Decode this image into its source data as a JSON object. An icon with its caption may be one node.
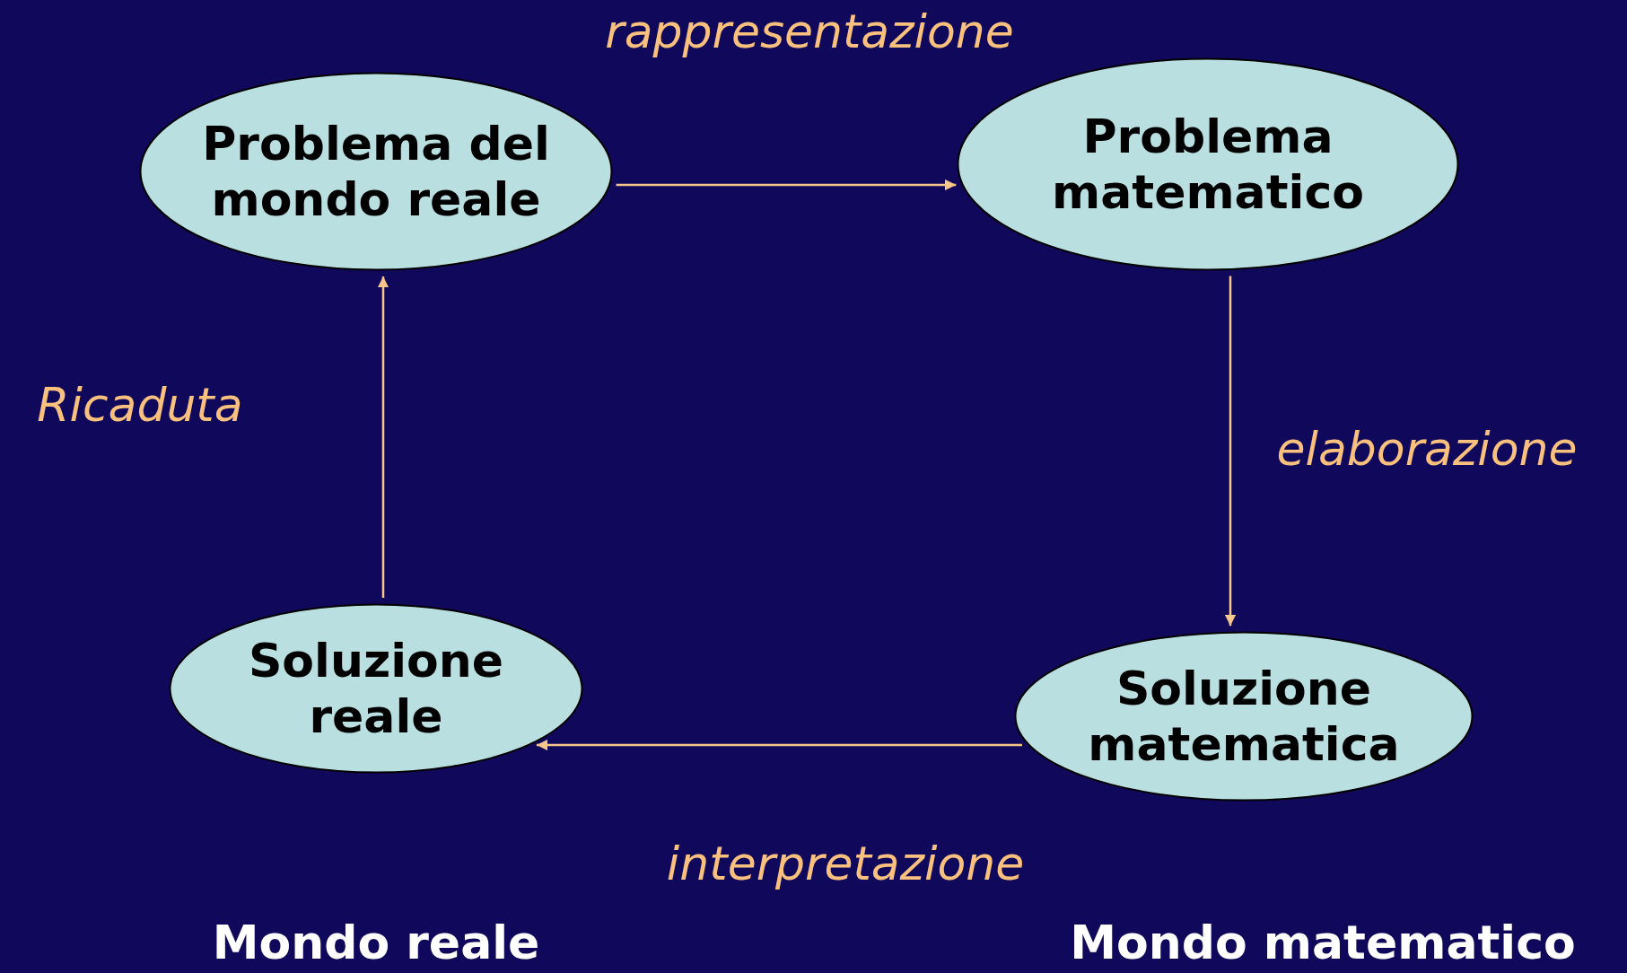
{
  "diagram": {
    "nodes": [
      {
        "text": [
          "Problema del mondo reale"
        ]
      },
      {
        "text": [
          "Problema matematico"
        ]
      },
      {
        "text": [
          "Soluzione reale"
        ]
      },
      {
        "text": [
          "Soluzione matematica"
        ]
      }
    ],
    "edges": [
      {
        "from": 0,
        "to": 1,
        "arrow": "to",
        "label": "rappresentazione"
      },
      {
        "from": 1,
        "to": 3,
        "arrow": "to",
        "label": "elaborazione"
      },
      {
        "from": 3,
        "to": 2,
        "arrow": "to",
        "label": "interpretazione"
      },
      {
        "from": 2,
        "to": 0,
        "arrow": "to",
        "label": "Ricaduta"
      }
    ],
    "labels": [
      "Mondo reale",
      "Mondo matematico"
    ]
  }
}
